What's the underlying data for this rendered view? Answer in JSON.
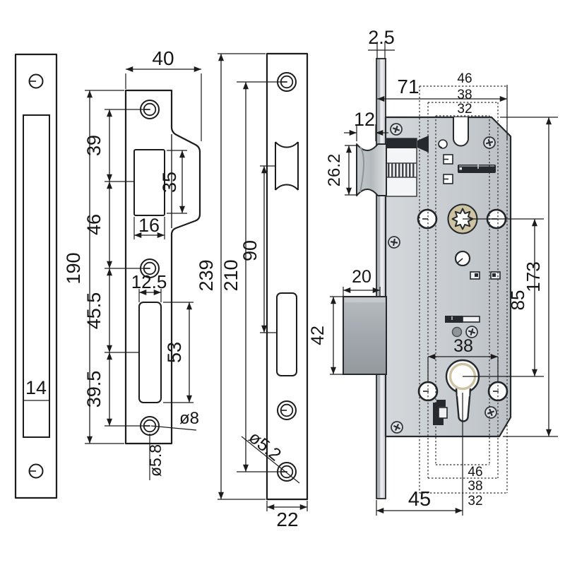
{
  "title": "mortise-lock-technical-drawing",
  "accent_colors": {
    "metal_body": "#c9ced2",
    "metal_dark": "#262a2e",
    "brass_ring": "#cdc3a2",
    "line": "#1c1c1c"
  },
  "dims": {
    "p1_slot_width": "14",
    "p2_width": "40",
    "p2_screw_to_latch": "39",
    "p2_latch_height": "35",
    "p2_latch_width": "16",
    "p2_latch_to_screw": "46",
    "p2_length": "190",
    "p2_bolt_width": "12.5",
    "p2_screw_to_bolt": "45.5",
    "p2_bolt_height": "53",
    "p2_bolt_to_screw": "39.5",
    "p2_hole_outer": "ø8",
    "p2_hole_inner": "ø5.8",
    "p3_length": "239",
    "p3_screw_spacing": "210",
    "p3_latch_to_bolt": "90",
    "p3_hole": "ø5.2",
    "p3_width": "22",
    "b_faceplate_thickness": "2.5",
    "b_edge_to_handle": "71",
    "b_top_outer": "46",
    "b_top_centers": "38",
    "b_top_inner": "32",
    "b_latch_width": "12",
    "b_latch_height": "26.2",
    "b_bolt_throw": "20",
    "b_bolt_height": "42",
    "b_handle_to_cyl": "85",
    "b_body_length": "173",
    "b_hole_centers": "38",
    "b_bot_outer": "46",
    "b_bot_centers": "38",
    "b_bot_inner": "32",
    "b_backset": "45"
  }
}
